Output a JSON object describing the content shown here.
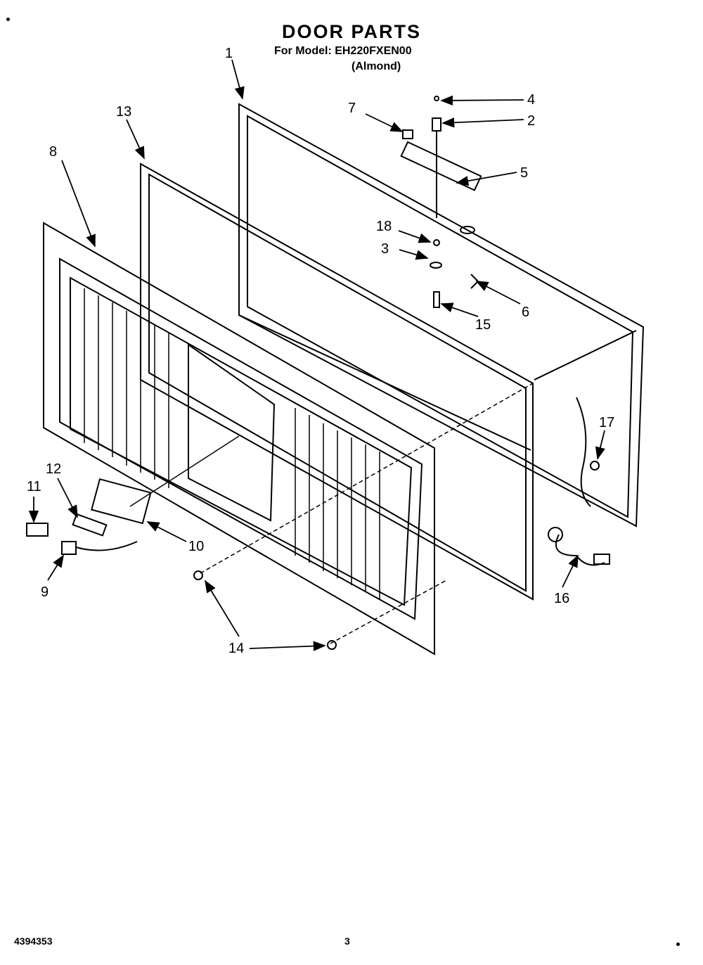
{
  "header": {
    "title": "DOOR PARTS",
    "model": "For Model: EH220FXEN00",
    "color": "(Almond)"
  },
  "footer": {
    "doc_number": "4394353",
    "page_number": "3"
  },
  "callouts": [
    "1",
    "2",
    "3",
    "4",
    "5",
    "6",
    "7",
    "8",
    "9",
    "10",
    "11",
    "12",
    "13",
    "14",
    "14",
    "15",
    "16",
    "17",
    "18"
  ]
}
